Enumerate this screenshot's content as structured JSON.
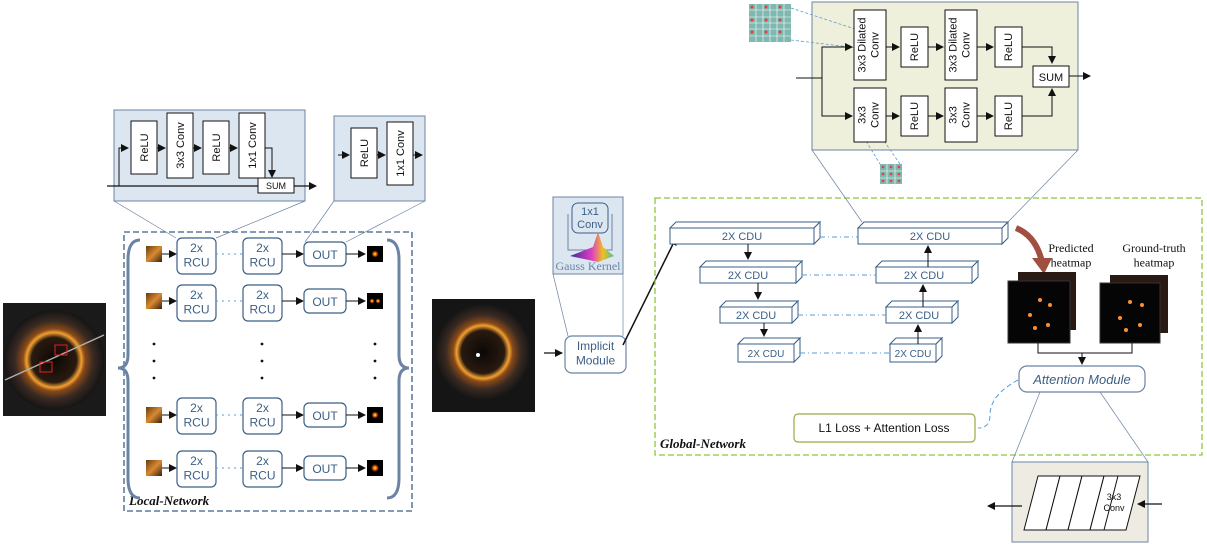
{
  "local": {
    "title": "Local-Network",
    "rcu_label": "2x\nRCU",
    "out_label": "OUT",
    "rcu_block": [
      "ReLU",
      "3x3 Conv",
      "ReLU",
      "1x1 Conv"
    ],
    "rcu_sum": "SUM",
    "out_block": [
      "ReLU",
      "1x1 Conv"
    ]
  },
  "implicit": {
    "conv_label": "1x1\nConv",
    "kernel_label": "Gauss Kernel",
    "module_label": "Implicit\nModule"
  },
  "global": {
    "title": "Global-Network",
    "cdu_label": "2X CDU",
    "predicted": "Predicted\nheatmap",
    "ground_truth": "Ground-truth\nheatmap",
    "attention": "Attention Module",
    "loss": "L1 Loss + Attention Loss"
  },
  "cdu_block": {
    "dilated_conv": "3x3 Dilated\nConv",
    "conv": "3x3\nConv",
    "relu": "ReLU",
    "sum": "SUM"
  },
  "attention_block": {
    "conv": "3x3\nConv"
  },
  "colors": {
    "local_bg": "#dce6f1",
    "cdu_bg": "#eef0dc",
    "network_border": "#3b5f86",
    "global_border": "#8cc63f",
    "text_blue": "#3b5f86",
    "loss_border": "#9aa84a"
  }
}
